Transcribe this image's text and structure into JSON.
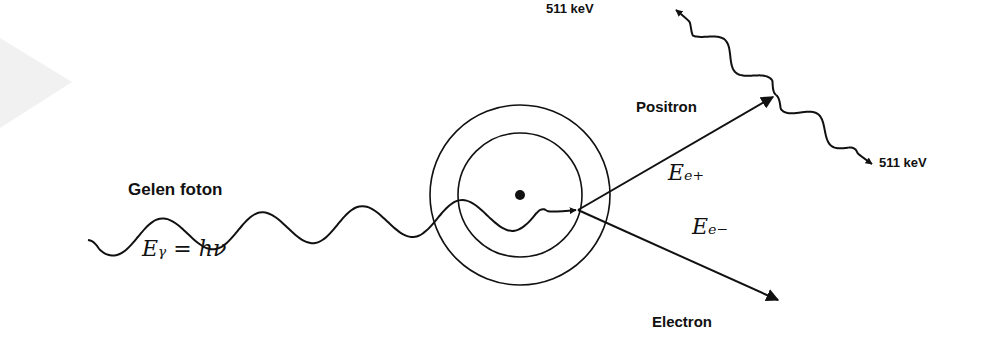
{
  "diagram": {
    "labels": [
      "511 keV",
      "Positron",
      "Eₑ₊",
      "511 keV",
      "Gelen foton",
      "Eᵧ = hν",
      "Eₑ₋",
      "Electron"
    ]
  }
}
